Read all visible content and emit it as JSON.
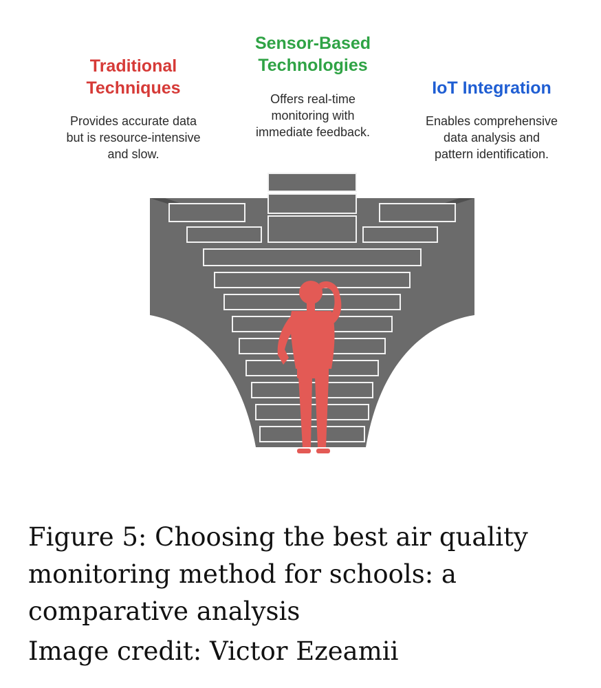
{
  "colors": {
    "traditional": "#d63a37",
    "sensor": "#2fa345",
    "iot": "#1f5ed3",
    "stairs": "#6b6b6b",
    "stairs_edge": "#f2f2f2",
    "person": "#e35a55"
  },
  "options": [
    {
      "heading": [
        "Traditional",
        "Techniques"
      ],
      "description": [
        "Provides accurate data",
        "but is resource-intensive",
        "and slow."
      ]
    },
    {
      "heading": [
        "Sensor-Based",
        "Technologies"
      ],
      "description": [
        "Offers real-time",
        "monitoring with",
        "immediate feedback."
      ]
    },
    {
      "heading": [
        "IoT Integration"
      ],
      "description": [
        "Enables comprehensive",
        "data analysis and",
        "pattern identification."
      ]
    }
  ],
  "icons": {
    "staircase": "staircase-icon",
    "person": "thinking-person-icon"
  },
  "caption": {
    "title": "Figure 5: Choosing the best air quality monitoring method for schools: a comparative analysis",
    "credit": "Image credit: Victor Ezeamii"
  }
}
